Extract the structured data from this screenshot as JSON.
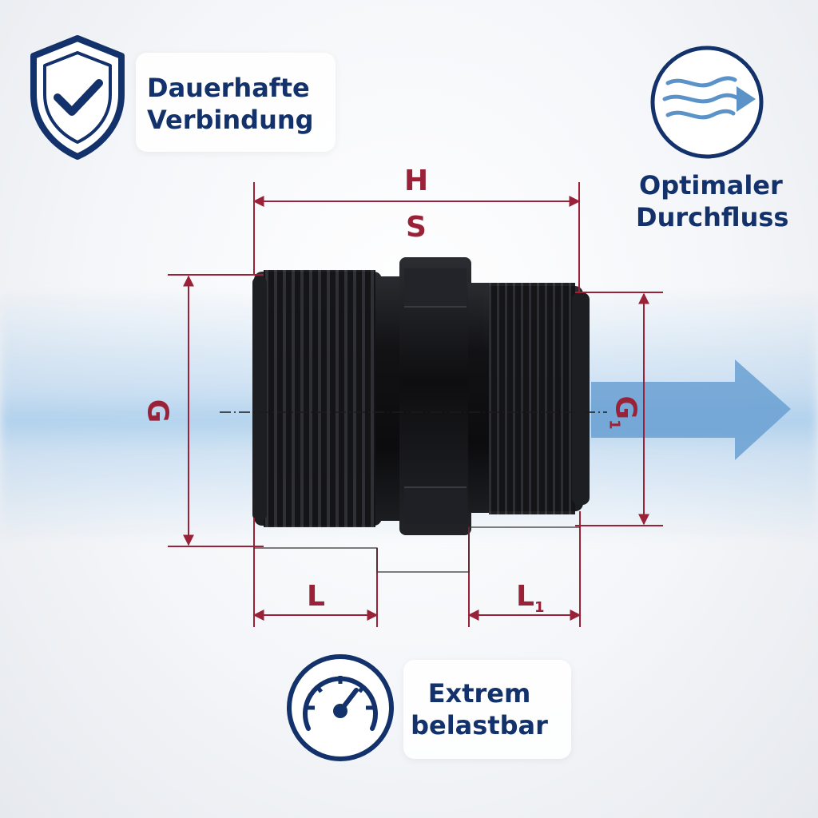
{
  "features": {
    "connection": {
      "line1": "Dauerhafte",
      "line2": "Verbindung"
    },
    "flow": {
      "line1": "Optimaler",
      "line2": "Durchfluss"
    },
    "load": {
      "line1": "Extrem",
      "line2": "belastbar"
    }
  },
  "dimensions": {
    "h": "H",
    "s": "S",
    "g": "G",
    "g1": "G",
    "g1_sub": "1",
    "l": "L",
    "l1": "L",
    "l1_sub": "1"
  },
  "colors": {
    "navy": "#13316a",
    "dimension_red": "#9a2238",
    "flow_blue": "#5b93c9",
    "fitting_black": "#141416"
  },
  "icons": [
    "shield-check-icon",
    "flow-arrow-icon",
    "gauge-icon"
  ]
}
